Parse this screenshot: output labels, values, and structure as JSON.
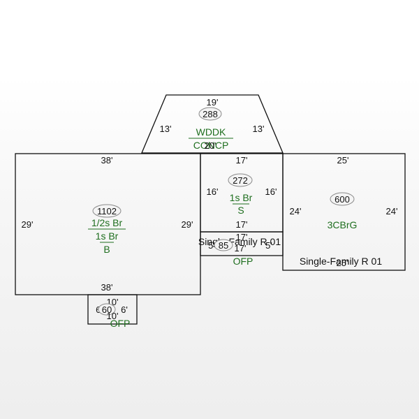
{
  "colors": {
    "line": "#111111",
    "code": "#1e6e1e",
    "oval": "#8a8a8a"
  },
  "deck": {
    "top": "19'",
    "left": "13'",
    "right": "13'",
    "bottom": "20'",
    "area": "288",
    "code1": "WDDK",
    "code2": "CONCP"
  },
  "main": {
    "top": "38'",
    "bottom": "38'",
    "left": "29'",
    "right": "29'",
    "area": "1102",
    "code1": "1/2s Br",
    "code2": "1s Br",
    "code3": "B"
  },
  "center": {
    "top": "17'",
    "bottom": "17'",
    "left": "16'",
    "right": "16'",
    "area": "272",
    "code1": "1s Br",
    "code2": "S",
    "label": "Single-Family R 01"
  },
  "porch": {
    "top": "17'",
    "bottom": "17'",
    "left": "5'",
    "right": "5'",
    "area": "85",
    "code": "OFP"
  },
  "garage": {
    "top": "25'",
    "bottom": "25'",
    "left": "24'",
    "right": "24'",
    "area": "600",
    "code": "3CBrG",
    "label": "Single-Family R 01"
  },
  "stoop": {
    "top": "10'",
    "bottom": "10'",
    "left": "6'",
    "right": "6'",
    "area": "60",
    "code": "OFP"
  }
}
